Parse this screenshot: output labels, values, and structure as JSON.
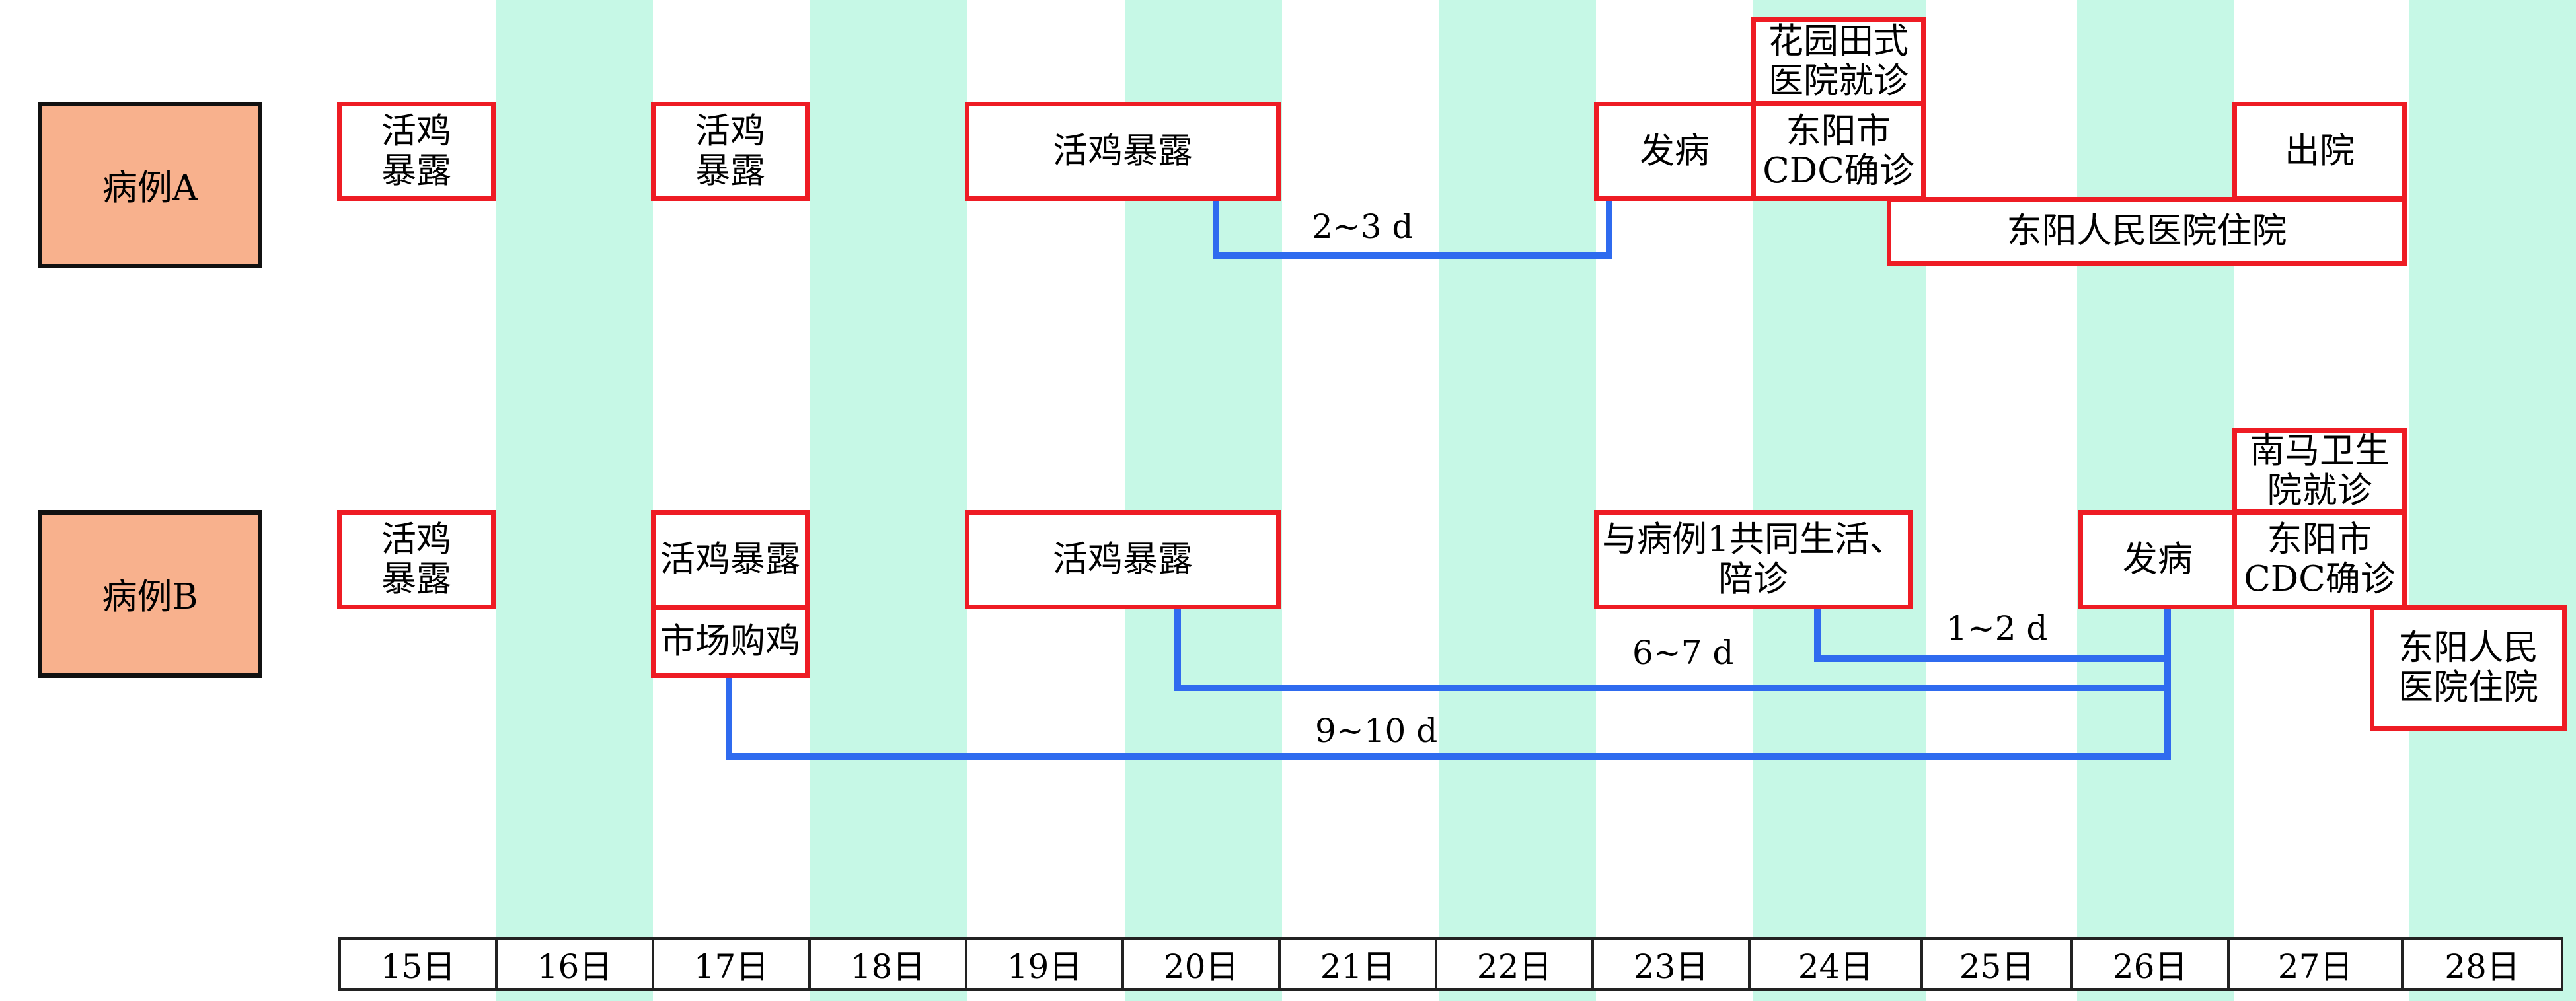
{
  "case_a": {
    "label": "病例A",
    "events": {
      "exposure_15": "活鸡\n暴露",
      "exposure_17": "活鸡\n暴露",
      "exposure_19": "活鸡暴露",
      "onset": "发病",
      "clinic_visit": "花园田式\n医院就诊",
      "cdc_confirm": "东阳市\nCDC确诊",
      "discharge": "出院",
      "hospitalized": "东阳人民医院住院"
    },
    "intervals": {
      "incubation": "2~3 d"
    }
  },
  "case_b": {
    "label": "病例B",
    "events": {
      "exposure_15": "活鸡\n暴露",
      "exposure_17": "活鸡暴露",
      "market_purchase": "市场购鸡",
      "exposure_19": "活鸡暴露",
      "cohabitation": "与病例1共同生活、\n陪诊",
      "onset": "发病",
      "clinic_visit": "南马卫生\n院就诊",
      "cdc_confirm": "东阳市\nCDC确诊",
      "hospitalized": "东阳人民\n医院住院"
    },
    "intervals": {
      "contact": "1~2 d",
      "exposure": "6~7 d",
      "market": "9~10 d"
    }
  },
  "timeline": {
    "days": [
      "15日",
      "16日",
      "17日",
      "18日",
      "19日",
      "20日",
      "21日",
      "22日",
      "23日",
      "24日",
      "25日",
      "26日",
      "27日",
      "28日"
    ]
  },
  "colors": {
    "event_border": "#ee1c24",
    "connector": "#2f6bef",
    "stripe": "#c6f8e6",
    "case_fill": "#f8b18d"
  }
}
